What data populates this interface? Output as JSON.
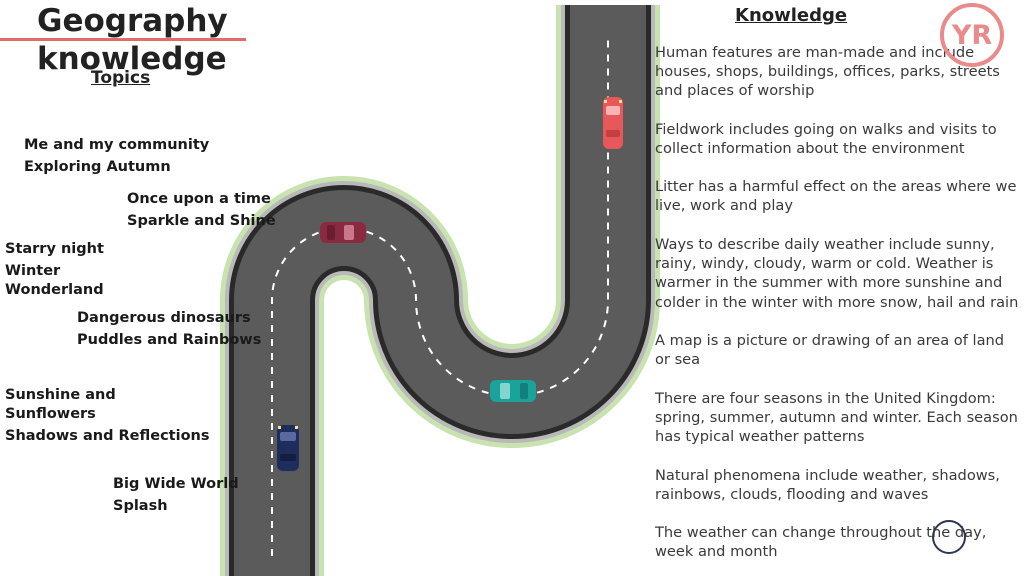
{
  "header": {
    "title": "Geography knowledge",
    "topics_heading": "Topics",
    "badge_text": "YR"
  },
  "topics": [
    "Me and my community",
    "Exploring Autumn",
    "Once upon a time",
    "Sparkle and Shine",
    "Starry night",
    "Winter Wonderland",
    "Dangerous dinosaurs",
    "Puddles and Rainbows",
    "Sunshine and Sunflowers",
    "Shadows and Reflections",
    "Big Wide World",
    "Splash"
  ],
  "knowledge": {
    "heading": "Knowledge",
    "items": [
      "Human features are man-made and include houses, shops, buildings, offices, parks, streets and places of worship",
      "Fieldwork includes going on walks and visits to collect information about the environment",
      "Litter has a harmful effect on the areas where we live, work and play",
      "Ways to describe daily weather include sunny, rainy, windy, cloudy, warm or cold. Weather is warmer in the summer with more sunshine and colder in the winter with more snow, hail and rain",
      "A map is a picture or drawing of an area of land or sea",
      "There are four seasons in the United Kingdom: spring, summer, autumn and winter. Each season has typical weather patterns",
      "Natural phenomena include weather, shadows, rainbows, clouds, flooding and waves",
      "The weather can change throughout the day, week and month"
    ]
  },
  "colors": {
    "accent": "#e06b6b",
    "road": "#5a5a5a",
    "road_edge": "#2a2a2a",
    "verge": "#c8e2b0",
    "car_red": "#e8585a",
    "car_maroon": "#8a2a40",
    "car_teal": "#1aa39a",
    "car_navy": "#1f2d5c"
  }
}
